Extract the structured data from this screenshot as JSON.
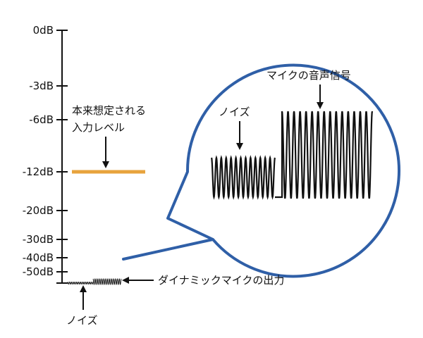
{
  "scale": {
    "ticks": [
      {
        "label": "0dB",
        "db": 0
      },
      {
        "label": "-3dB",
        "db": -3
      },
      {
        "label": "-6dB",
        "db": -6
      },
      {
        "label": "-12dB",
        "db": -12
      },
      {
        "label": "-20dB",
        "db": -20
      },
      {
        "label": "-30dB",
        "db": -30
      },
      {
        "label": "-40dB",
        "db": -40
      },
      {
        "label": "-50dB",
        "db": -50
      }
    ]
  },
  "expected_level": {
    "label_line1": "本来想定される",
    "label_line2": "入力レベル",
    "db": -12,
    "color": "#E8A33D"
  },
  "bottom": {
    "noise_label": "ノイズ",
    "mic_output_label": "ダイナミックマイクの出力"
  },
  "zoom": {
    "noise_label": "ノイズ",
    "signal_label": "マイクの音声信号",
    "outline_color": "#2F5FA7"
  }
}
